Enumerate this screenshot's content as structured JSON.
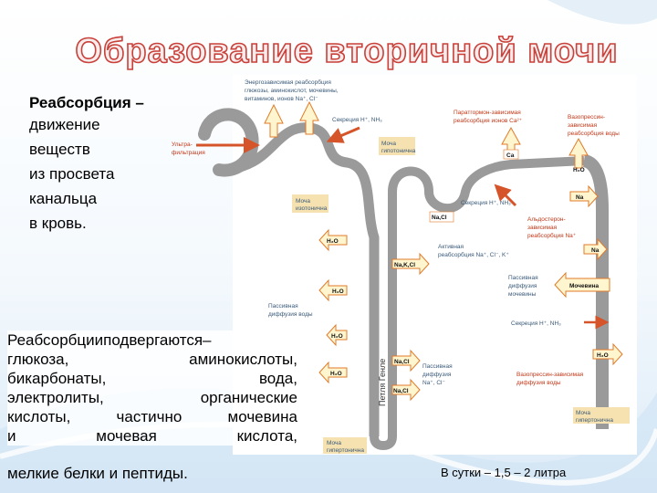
{
  "slide": {
    "title": "Образование вторичной мочи",
    "definition": {
      "term": "Реабсорбция –",
      "lines": [
        "движение",
        "веществ",
        "из просвета",
        "канальца",
        "в кровь."
      ]
    },
    "reabsorbed_lines": [
      "Реабсорбцииподвергаются–",
      "глюкоза, аминокислоты,",
      "бикарбонаты, вода,",
      "электролиты, органические",
      "кислоты, частично мочевина",
      "и мочевая кислота,"
    ],
    "reabsorbed_last": "мелкие белки и пептиды.",
    "daily_volume": "В сутки – 1,5 – 2 литра"
  },
  "diagram": {
    "energy_dependent_lines": [
      "Энергозависимая реабсорбция",
      "глюкозы, аминокислот, мочевины,",
      "витаминов, ионов Na⁺, Cl⁻"
    ],
    "secretion_proximal": "Секреция H⁺, NH₃",
    "ultrafiltration_lines": [
      "Ультра-",
      "фильтрация"
    ],
    "urine_isotonic_lines": [
      "Моча",
      "изотонична"
    ],
    "urine_hypotonic_lines": [
      "Моча",
      "гипотонична"
    ],
    "parathyroid_lines": [
      "Паратгормон-зависимая",
      "реабсорбция ионов Ca²⁺"
    ],
    "ca_box": "Ca",
    "vasopressin_top_lines": [
      "Вазопрессин-",
      "зависимая",
      "реабсорбция воды"
    ],
    "secretion_distal": "Секреция H⁺, NH₃",
    "nacl_box": "Na,Cl",
    "aldosterone_lines": [
      "Альдостерон-",
      "зависимая",
      "реабсорбция Na⁺"
    ],
    "h2o_box": "H₂O",
    "na_box": "Na",
    "active_reabsorption_lines": [
      "Активная",
      "реабсорбция Na⁺, Cl⁻, K⁺"
    ],
    "nakcl_box": "Na,K,Cl",
    "passive_urea_lines": [
      "Пассивная",
      "диффузия",
      "мочевины"
    ],
    "urea_box": "Мочевина",
    "passive_water_lines": [
      "Пассивная",
      "диффузия воды"
    ],
    "secretion_collecting": "Секреция H⁺, NH₃",
    "loop_label": "Петля Генле",
    "passive_diffusion_lines": [
      "Пассивная",
      "диффузия",
      "Na⁺, Cl⁻"
    ],
    "vasopressin_bottom_lines": [
      "Вазопрессин-зависимая",
      "диффузия воды"
    ],
    "urine_hypertonic_bottom_lines": [
      "Моча",
      "гипертонична"
    ],
    "urine_hypertonic_right_lines": [
      "Моча",
      "гипертонична"
    ]
  },
  "colors": {
    "tubule": "#9a9a9a",
    "label_box": "#f6e2b0",
    "arrow_fill": "#fff6cf",
    "arrow_stroke": "#e07a2a",
    "red_arrow": "#d5542a",
    "title_fill": "#f7ecec",
    "title_stroke": "#c9413a"
  }
}
